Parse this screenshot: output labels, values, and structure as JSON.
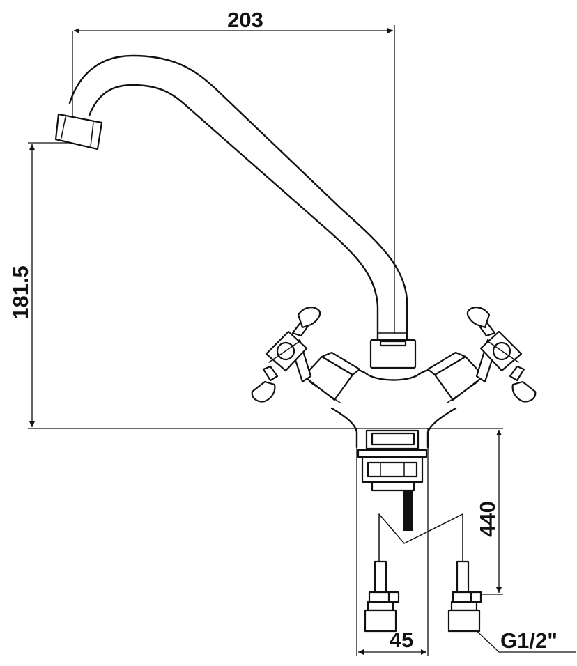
{
  "dimensions": {
    "spout_reach": "203",
    "spout_height": "181.5",
    "hose_length": "440",
    "base_width": "45",
    "thread": "G1/2\""
  },
  "icons": {
    "faucet": "faucet-drawing-icon",
    "handle_left": "cross-handle-icon",
    "handle_right": "cross-handle-icon",
    "hoses": "flexible-hose-icon"
  },
  "colors": {
    "line": "#111111",
    "background": "#ffffff"
  }
}
